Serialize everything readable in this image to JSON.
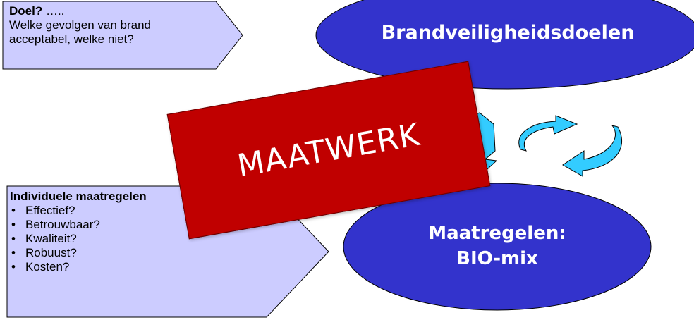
{
  "goal_callout": {
    "title": "Doel?",
    "dots": " …..",
    "line1": "Welke gevolgen van brand",
    "line2": "acceptabel, welke niet?"
  },
  "measures_callout": {
    "title": "Individuele maatregelen",
    "items": [
      "Effectief?",
      "Betrouwbaar?",
      "Kwaliteit?",
      "Robuust?",
      "Kosten?"
    ]
  },
  "goals_ellipse": {
    "label": "Brandveiligheidsdoelen",
    "fill": "#3333cc"
  },
  "measures_ellipse": {
    "line1": "Maatregelen:",
    "line2": "BIO-mix",
    "fill": "#3333cc"
  },
  "maatwerk": {
    "label": "MAATWERK",
    "fill": "#c00000"
  },
  "colors": {
    "callout_fill": "#ccccff",
    "arrow_fill": "#33ccff"
  }
}
